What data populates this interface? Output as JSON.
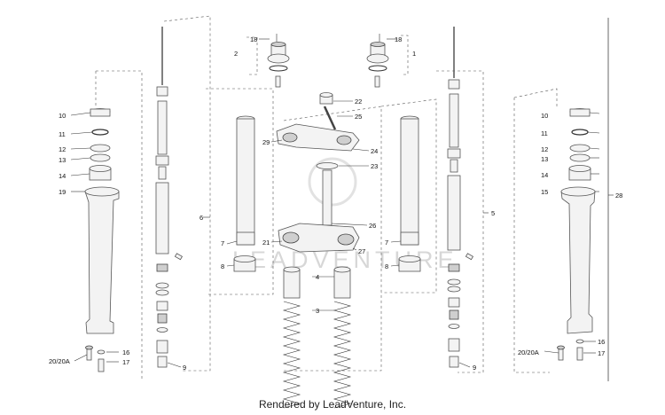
{
  "footer": "Rendered by LeadVenture, Inc.",
  "watermark": "LEADVENTURE",
  "callouts_left_outer": [
    "10",
    "11",
    "12",
    "13",
    "14",
    "19",
    "20/20A",
    "16",
    "17"
  ],
  "callouts_left_inner": [
    "6",
    "9"
  ],
  "callouts_center": [
    "18",
    "2",
    "1",
    "22",
    "25",
    "29",
    "24",
    "23",
    "26",
    "21",
    "27",
    "4",
    "3",
    "7",
    "8",
    "7",
    "8"
  ],
  "callouts_right_outer": [
    "10",
    "11",
    "12",
    "13",
    "14",
    "15",
    "20/20A",
    "16",
    "17",
    "28"
  ],
  "callouts_right_inner": [
    "5",
    "9"
  ],
  "labels": {
    "l10": "10",
    "l11": "11",
    "l12": "12",
    "l13": "13",
    "l14": "14",
    "l19": "19",
    "l20": "20/20A",
    "l16": "16",
    "l17": "17",
    "l6": "6",
    "l9": "9",
    "l18a": "18",
    "l2": "2",
    "l18b": "18",
    "l1": "1",
    "l22": "22",
    "l25": "25",
    "l29": "29",
    "l24": "24",
    "l23": "23",
    "l26": "26",
    "l21": "21",
    "l27": "27",
    "l4": "4",
    "l3": "3",
    "l7a": "7",
    "l8a": "8",
    "l7b": "7",
    "l8b": "8",
    "r10": "10",
    "r11": "11",
    "r12": "12",
    "r13": "13",
    "r14": "14",
    "r15": "15",
    "r20": "20/20A",
    "r16": "16",
    "r17": "17",
    "r28": "28",
    "r5": "5",
    "r9": "9"
  }
}
